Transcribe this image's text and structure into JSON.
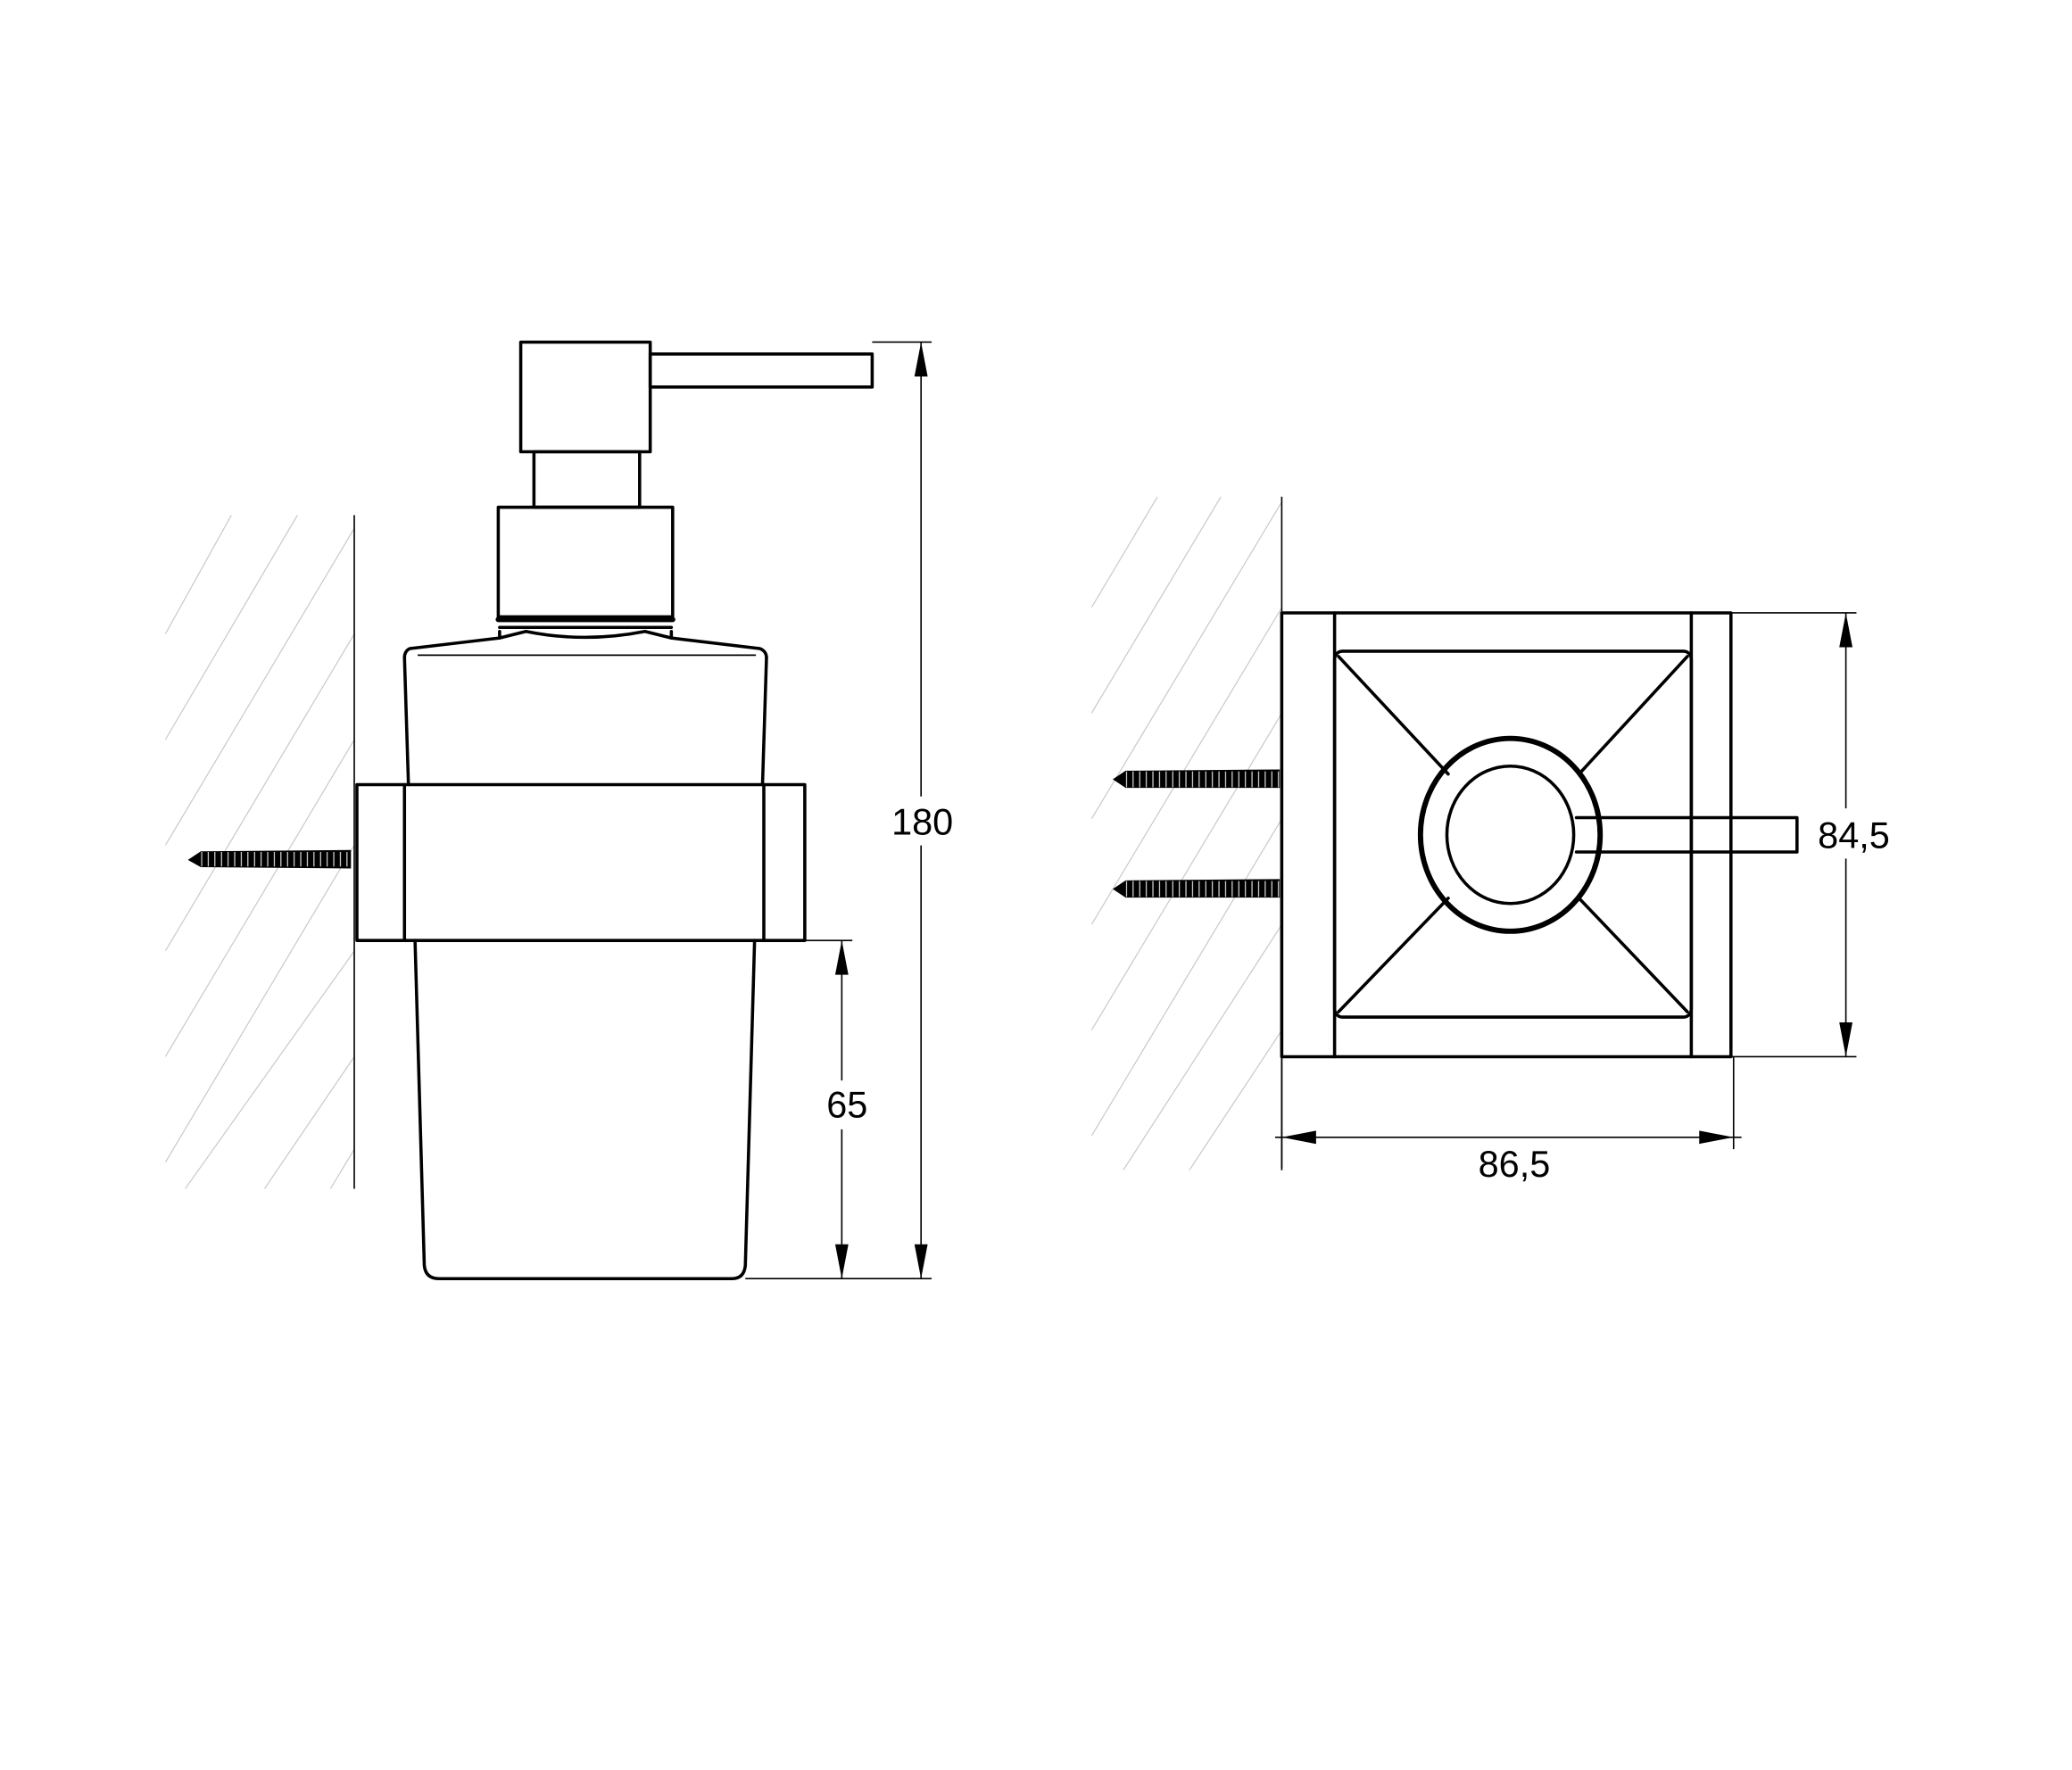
{
  "drawing": {
    "subject": "Wall-mounted soap dispenser",
    "views": [
      {
        "name": "side-view",
        "dimensions": {
          "overall_height": "180",
          "bottle_below_bracket": "65"
        }
      },
      {
        "name": "top-view",
        "dimensions": {
          "depth": "84,5",
          "width": "86,5"
        }
      }
    ]
  },
  "colors": {
    "line": "#000000",
    "hatch": "#c8c8c8",
    "background": "#ffffff"
  }
}
